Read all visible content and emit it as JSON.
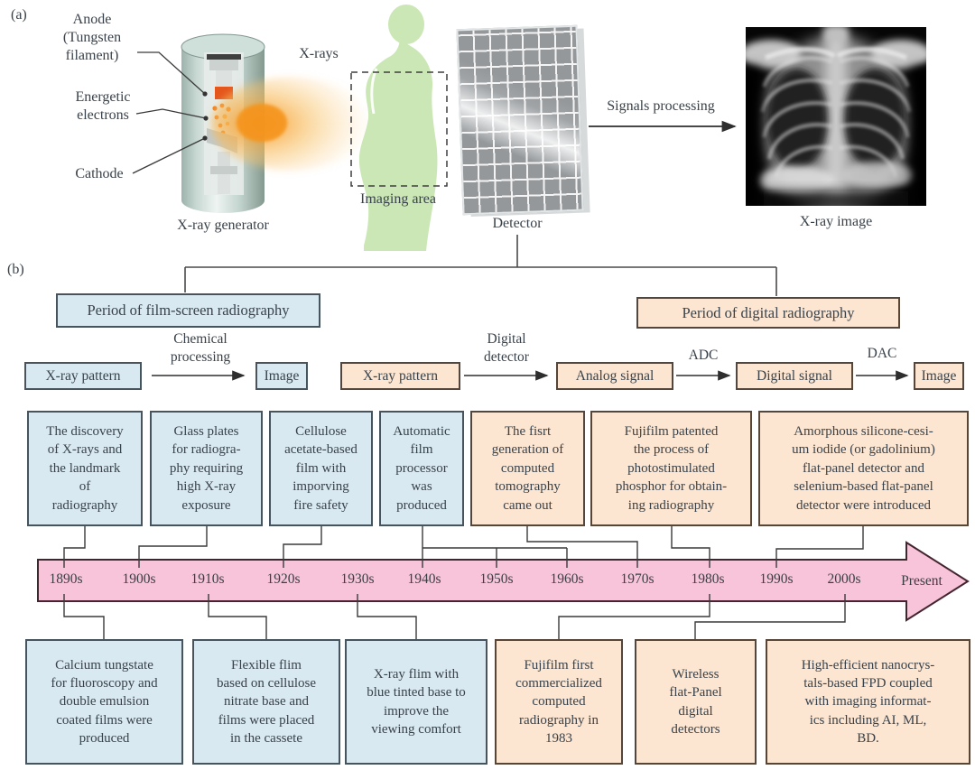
{
  "panel_a": {
    "tag": "(a)",
    "anode_label": "Anode\n(Tungsten\nfilament)",
    "electrons_label": "Energetic\nelectrons",
    "cathode_label": "Cathode",
    "generator_caption": "X-ray generator",
    "xrays_label": "X-rays",
    "imaging_area_label": "Imaging area",
    "detector_caption": "Detector",
    "signals_label": "Signals processing",
    "xray_image_caption": "X-ray image"
  },
  "panel_b": {
    "tag": "(b)",
    "period_film": "Period of film-screen radiography",
    "period_digital": "Period of digital radiography",
    "flow_film": {
      "pattern": "X-ray pattern",
      "arrow_label": "Chemical\nprocessing",
      "image": "Image"
    },
    "flow_digital": {
      "pattern": "X-ray pattern",
      "arrow_label": "Digital\ndetector",
      "analog": "Analog signal",
      "adc": "ADC",
      "digital": "Digital signal",
      "dac": "DAC",
      "image": "Image"
    },
    "upper_events": [
      {
        "era": "film",
        "text": "The discovery\nof X-rays and\nthe landmark\nof\nradiography"
      },
      {
        "era": "film",
        "text": "Glass plates\nfor radiogra-\nphy requiring\nhigh X-ray\nexposure"
      },
      {
        "era": "film",
        "text": "Cellulose\nacetate-based\nfilm with\nimporving\nfire safety"
      },
      {
        "era": "film",
        "text": "Automatic\nfilm\nprocessor\nwas\nproduced"
      },
      {
        "era": "digital",
        "text": "The fisrt\ngeneration of\ncomputed\ntomography\ncame out"
      },
      {
        "era": "digital",
        "text": "Fujifilm patented\nthe process of\nphotostimulated\nphosphor for obtain-\ning radiography"
      },
      {
        "era": "digital",
        "text": "Amorphous silicone-cesi-\num iodide (or gadolinium)\nflat-panel detector and\nselenium-based flat-panel\ndetector were introduced"
      }
    ],
    "lower_events": [
      {
        "era": "film",
        "text": "Calcium tungstate\nfor fluoroscopy and\ndouble emulsion\ncoated films were\nproduced"
      },
      {
        "era": "film",
        "text": "Flexible flim\nbased on cellulose\nnitrate base and\nfilms were placed\nin the cassete"
      },
      {
        "era": "film",
        "text": "X-ray flim with\nblue tinted base to\nimprove the\nviewing comfort"
      },
      {
        "era": "digital",
        "text": "Fujifilm first\ncommercialized\ncomputed\nradiography in\n1983"
      },
      {
        "era": "digital",
        "text": "Wireless\nflat-Panel\ndigital\ndetectors"
      },
      {
        "era": "digital",
        "text": "High-efficient nanocrys-\ntals-based FPD coupled\nwith imaging informat-\nics including AI, ML,\nBD."
      }
    ],
    "timeline": {
      "decades": [
        "1890s",
        "1900s",
        "1910s",
        "1920s",
        "1930s",
        "1940s",
        "1950s",
        "1960s",
        "1970s",
        "1980s",
        "1990s",
        "2000s"
      ],
      "present_label": "Present"
    },
    "colors": {
      "film_fill": "#d9e9f1",
      "digital_fill": "#fce5d1",
      "timeline_fill": "#f7c4d9",
      "timeline_border": "#44252f",
      "beam_orange": "#f59e23",
      "person_green": "#cbe7b5"
    }
  }
}
